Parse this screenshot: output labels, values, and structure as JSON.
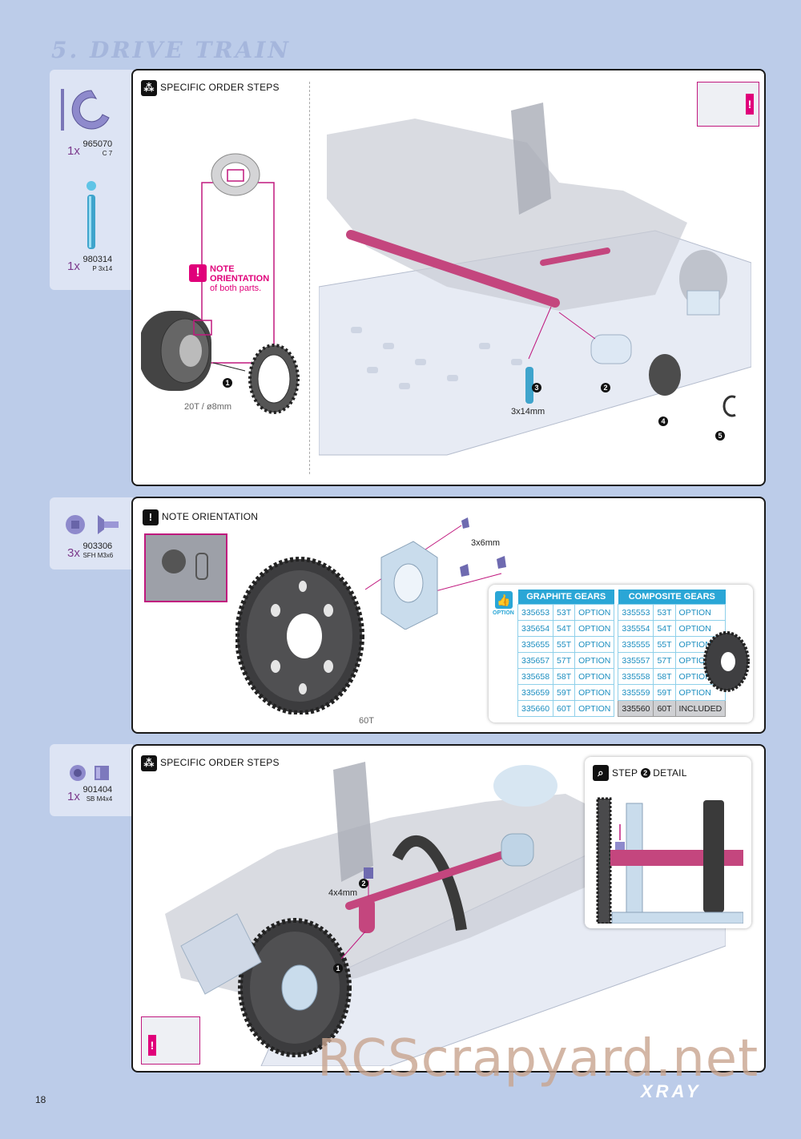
{
  "section_title": "5. DRIVE TRAIN",
  "page_number": "18",
  "watermark": "RCScrapyard.net",
  "brand": "XRAY",
  "colors": {
    "accent_pink": "#e0007a",
    "table_blue": "#2aa6d6",
    "parts_bg": "#dde4f4",
    "page_bg": "#bccce9"
  },
  "step1": {
    "parts": [
      {
        "qty": "1x",
        "part_no": "965070",
        "desc": "C 7",
        "icon": "e-clip-icon"
      },
      {
        "qty": "1x",
        "part_no": "980314",
        "desc": "P 3x14",
        "icon": "pin-icon"
      }
    ],
    "header": "SPECIFIC ORDER STEPS",
    "note_line1": "NOTE",
    "note_line2": "ORIENTATION",
    "note_line3": "of both parts.",
    "pulley_label": "20T / ø8mm",
    "pin_label": "3x14mm",
    "callouts": [
      "1",
      "2",
      "3",
      "4",
      "5"
    ]
  },
  "step2": {
    "parts": [
      {
        "qty": "3x",
        "part_no": "903306",
        "desc": "SFH M3x6",
        "icon": "flat-head-screw-icon"
      }
    ],
    "header": "NOTE ORIENTATION",
    "screw_label": "3x6mm",
    "gear_label": "60T",
    "option_label": "OPTION",
    "graphite_header": "GRAPHITE GEARS",
    "composite_header": "COMPOSITE GEARS",
    "graphite_rows": [
      [
        "335653",
        "53T",
        "OPTION"
      ],
      [
        "335654",
        "54T",
        "OPTION"
      ],
      [
        "335655",
        "55T",
        "OPTION"
      ],
      [
        "335657",
        "57T",
        "OPTION"
      ],
      [
        "335658",
        "58T",
        "OPTION"
      ],
      [
        "335659",
        "59T",
        "OPTION"
      ],
      [
        "335660",
        "60T",
        "OPTION"
      ]
    ],
    "composite_rows": [
      [
        "335553",
        "53T",
        "OPTION"
      ],
      [
        "335554",
        "54T",
        "OPTION"
      ],
      [
        "335555",
        "55T",
        "OPTION"
      ],
      [
        "335557",
        "57T",
        "OPTION"
      ],
      [
        "335558",
        "58T",
        "OPTION"
      ],
      [
        "335559",
        "59T",
        "OPTION"
      ],
      [
        "335560",
        "60T",
        "INCLUDED"
      ]
    ]
  },
  "step3": {
    "parts": [
      {
        "qty": "1x",
        "part_no": "901404",
        "desc": "SB M4x4",
        "icon": "set-screw-icon"
      }
    ],
    "header": "SPECIFIC ORDER STEPS",
    "detail_header_pre": "STEP",
    "detail_step": "2",
    "detail_header_post": "DETAIL",
    "screw_label": "4x4mm",
    "callouts": [
      "1",
      "2"
    ]
  }
}
